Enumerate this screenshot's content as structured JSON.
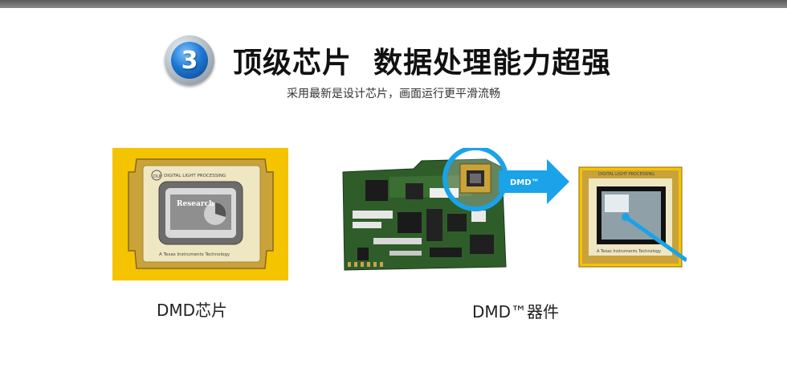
{
  "header": {
    "badge_number": "3",
    "title": "顶级芯片  数据处理能力超强",
    "subtitle": "采用最新是设计芯片，画面运行更平滑流畅"
  },
  "left_panel": {
    "chip_label_top": "DIGITAL LIGHT PROCESSING",
    "chip_logo": "DLP",
    "chip_screen_text": "Research",
    "chip_label_bottom": "A Texas Instruments Technology",
    "caption": "DMD芯片"
  },
  "right_panel": {
    "arrow_label": "DMD™",
    "chip_label_top": "DIGITAL LIGHT PROCESSING",
    "chip_label_bottom": "A Texas Instruments Technology",
    "caption": "DMD™器件"
  },
  "colors": {
    "chip_yellow": "#f5c400",
    "arrow_blue": "#1aa3e8",
    "board_green": "#2f5d2a",
    "gold": "#c9a23a"
  }
}
